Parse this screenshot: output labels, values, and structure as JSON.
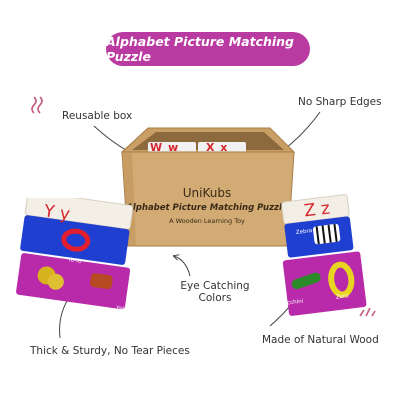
{
  "banner": {
    "title": "Alphabet Picture Matching Puzzle",
    "color": "#b93aa0"
  },
  "callouts": {
    "reusable_box": "Reusable box",
    "no_sharp_edges": "No Sharp Edges",
    "eye_catching_colors_line1": "Eye Catching",
    "eye_catching_colors_line2": "Colors",
    "thick_sturdy": "Thick & Sturdy, No Tear Pieces",
    "natural_wood": "Made of Natural Wood"
  },
  "box": {
    "brand": "UniKubs",
    "product": "Alphabet Picture Matching Puzzle",
    "tagline": "A Wooden Learning Toy",
    "wood_color": "#d2ab74"
  },
  "left_puzzle": {
    "letters": "Y y",
    "word_top": "Yo-Yo",
    "word_bottom_left": "Yam",
    "word_bottom_right": "Yak"
  },
  "right_puzzle": {
    "letters": "Z z",
    "word_top": "Zebra",
    "word_bottom_left": "Zucchini",
    "word_bottom_right": "Zero"
  },
  "box_pieces": {
    "left_letters": "W w",
    "right_letters": "X x"
  },
  "icons": [
    "squiggle-icon",
    "dots-icon",
    "arrow-icon"
  ]
}
